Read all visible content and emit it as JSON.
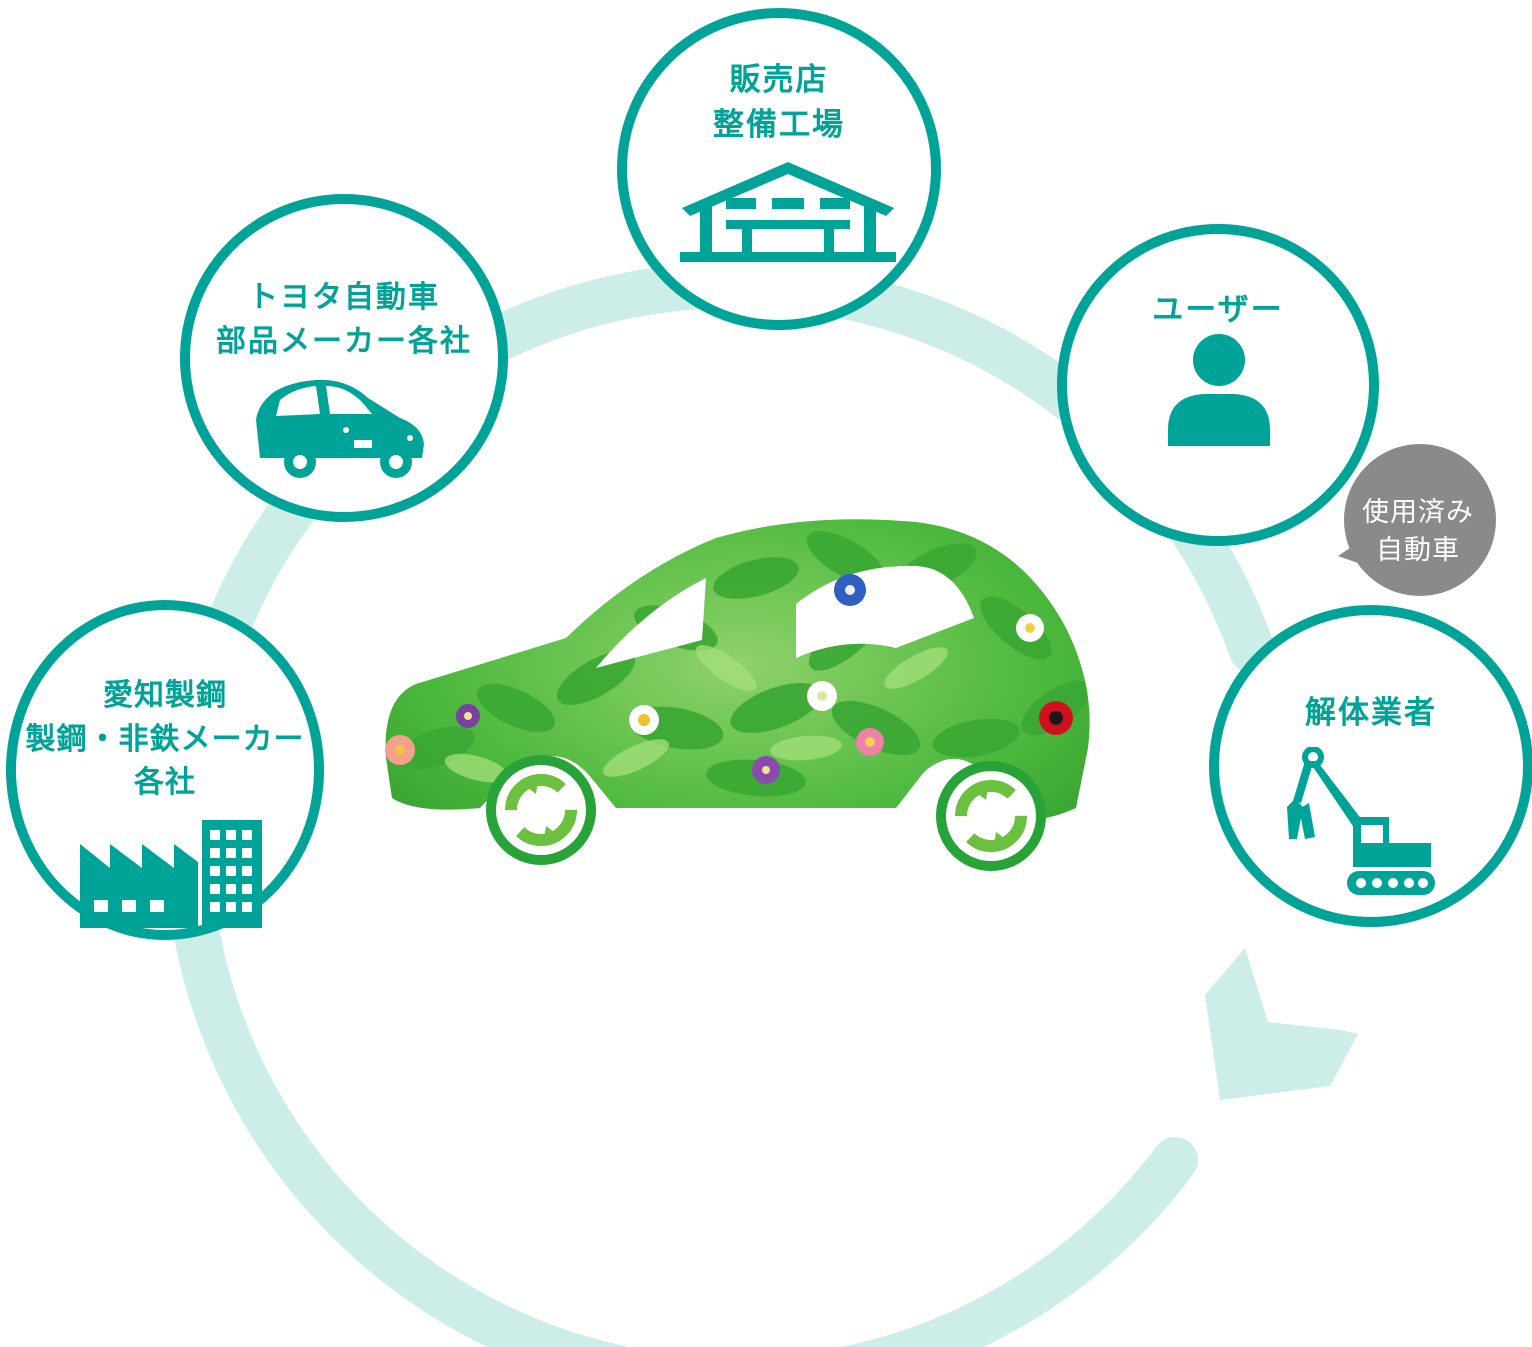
{
  "colors": {
    "node_border": "#00a397",
    "node_text": "#00a397",
    "ring": "#cdede8",
    "bubble": "#8a8a8a",
    "leaf_dark": "#2f9a2c",
    "leaf_mid": "#4cb83d",
    "leaf_light": "#8fd26a",
    "recycle": "#27a337"
  },
  "nodes": {
    "dealer": {
      "line1": "販売店",
      "line2": "整備工場",
      "icon": "warehouse-icon"
    },
    "toyota": {
      "line1": "トヨタ自動車",
      "line2": "部品メーカー各社",
      "icon": "car-icon"
    },
    "user": {
      "line1": "ユーザー",
      "icon": "person-icon"
    },
    "steel": {
      "line1": "愛知製鋼",
      "line2": "製鋼・非鉄メーカー",
      "line3": "各社",
      "icon": "factory-icon"
    },
    "dismantler": {
      "line1": "解体業者",
      "icon": "excavator-icon"
    }
  },
  "bubble": {
    "line1": "使用済み",
    "line2": "自動車"
  },
  "center": {
    "icon": "leaf-car-icon"
  }
}
